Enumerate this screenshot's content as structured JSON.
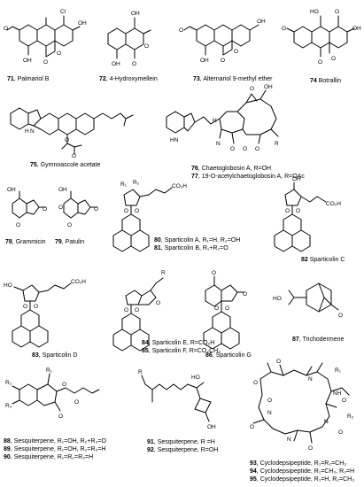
{
  "compounds": [
    {
      "num": "71",
      "name": "Palmariol B",
      "atoms": [
        "Cl",
        "OH",
        "OH",
        "O",
        "O",
        "O"
      ]
    },
    {
      "num": "72",
      "name": "4-Hydroxymellein",
      "atoms": [
        "OH",
        "OH",
        "O",
        "O"
      ]
    },
    {
      "num": "73",
      "name": "Alternariol 9-methyl ether",
      "atoms": [
        "OH",
        "O",
        "OH",
        "O",
        "O"
      ]
    },
    {
      "num": "74",
      "name": "Botrallin",
      "atoms": [
        "HO",
        "O",
        "O",
        "OH",
        "O",
        "O"
      ]
    },
    {
      "num": "75",
      "name": "Gymnoascole acetate",
      "atoms": [
        "N",
        "H",
        "O",
        "O"
      ]
    },
    {
      "num": "76",
      "name": "Chaetoglobosin A, R=OH",
      "atoms": [
        "O",
        "OH",
        "HN",
        "N",
        "H",
        "O",
        "O",
        "O",
        "R"
      ]
    },
    {
      "num": "77",
      "name": "19-O-acetylchaetoglobosin A, R=OAc",
      "atoms": []
    },
    {
      "num": "78",
      "name": "Grammicin",
      "atoms": [
        "OH",
        "O",
        "O"
      ]
    },
    {
      "num": "79",
      "name": "Patulin",
      "atoms": [
        "OH",
        "O",
        "O",
        "O"
      ]
    },
    {
      "num": "80",
      "name": "Sparticolin A, R₁=H, R₂=OH",
      "atoms": [
        "R₁",
        "R₂",
        "CO₂H",
        "O",
        "O"
      ]
    },
    {
      "num": "81",
      "name": "Sparticolin B, R₁+R₂=O",
      "atoms": []
    },
    {
      "num": "82",
      "name": "Sparticolin C",
      "atoms": [
        "OH",
        "CO₂H",
        "O",
        "O"
      ]
    },
    {
      "num": "83",
      "name": "Sparticolin D",
      "atoms": [
        "HO",
        "CO₂H",
        "O",
        "O"
      ]
    },
    {
      "num": "84",
      "name": "Sparticolin E, R=CO₂H",
      "atoms": [
        "R",
        "O",
        "O",
        "O"
      ]
    },
    {
      "num": "85",
      "name": "Sparticolin F, R=CO₂CH₃",
      "atoms": []
    },
    {
      "num": "86",
      "name": "Sparticolin G",
      "atoms": [
        "O",
        "O",
        "O",
        "O"
      ]
    },
    {
      "num": "87",
      "name": "Trichodermene",
      "atoms": [
        "HO",
        "O"
      ]
    },
    {
      "num": "88",
      "name": "Sesquiterpene, R₁=OH, R₂+R₃=O",
      "atoms": [
        "R₁",
        "R₂",
        "R₃",
        "O",
        "O",
        "O"
      ]
    },
    {
      "num": "89",
      "name": "Sesquiterpene, R₁=OH, R₂=R₃=H",
      "atoms": []
    },
    {
      "num": "90",
      "name": "Sesquiterpene, R₁=R₂=R₃=H",
      "atoms": []
    },
    {
      "num": "91",
      "name": "Sesquiterpene, R =H",
      "atoms": [
        "R",
        "HO",
        "OH"
      ]
    },
    {
      "num": "92",
      "name": "Sesquiterpene, R=OH",
      "atoms": []
    },
    {
      "num": "93",
      "name": "Cyclodepsipeptide, R₁=R₂=CH₃",
      "atoms": [
        "O",
        "O",
        "N",
        "R₁",
        "O",
        "NH",
        "O",
        "N",
        "R₂",
        "O",
        "N",
        "N",
        "O",
        "O"
      ]
    },
    {
      "num": "94",
      "name": "Cyclodepsipeptide, R₁=CH₃, R₂=H",
      "atoms": []
    },
    {
      "num": "95",
      "name": "Cyclodepsipeptide, R₁=H, R₂=CH₃",
      "atoms": []
    }
  ]
}
